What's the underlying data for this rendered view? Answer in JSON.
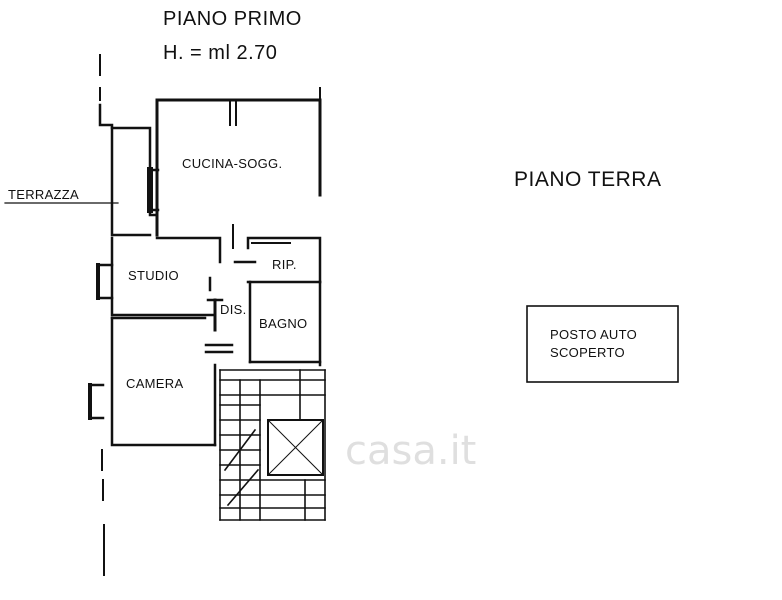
{
  "headings": {
    "piano_primo": "PIANO PRIMO",
    "altezza": "H. = ml 2.70",
    "piano_terra": "PIANO TERRA"
  },
  "rooms": {
    "terrazza": "TERRAZZA",
    "cucina": "CUCINA-SOGG.",
    "studio": "STUDIO",
    "rip": "RIP.",
    "dis": "DIS.",
    "bagno": "BAGNO",
    "camera": "CAMERA"
  },
  "posto_auto": {
    "line1": "POSTO AUTO",
    "line2": "SCOPERTO"
  },
  "watermark": "casa.it",
  "colors": {
    "ink": "#111111",
    "watermark": "#d8d8d8"
  }
}
